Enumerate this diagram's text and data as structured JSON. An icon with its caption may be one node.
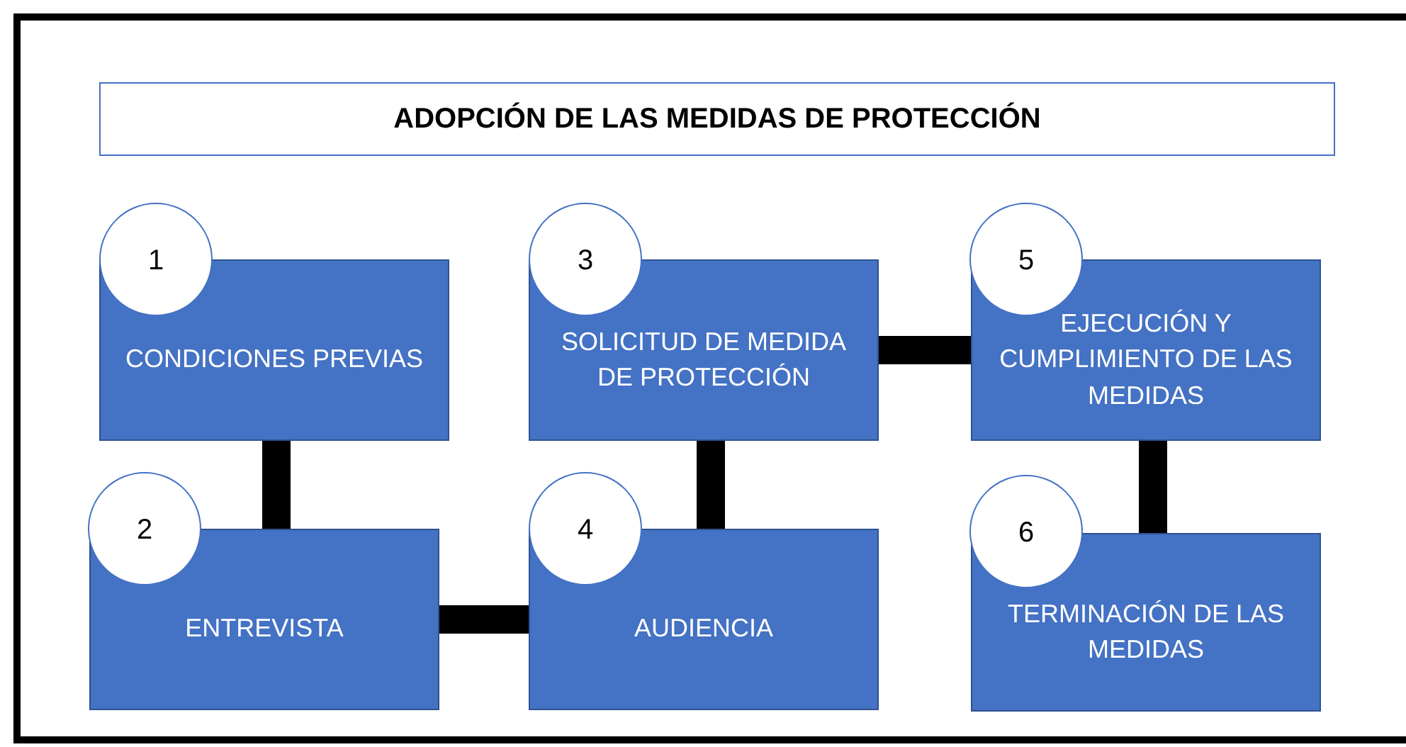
{
  "diagram": {
    "nodes": [
      {
        "text": [
          "ADOPCIÓN DE LAS MEDIDAS DE PROTECCIÓN"
        ]
      },
      {
        "text": [
          "1"
        ]
      },
      {
        "text": [
          "CONDICIONES PREVIAS"
        ]
      },
      {
        "text": [
          "3"
        ]
      },
      {
        "text": [
          "SOLICITUD DE MEDIDA DE PROTECCIÓN"
        ]
      },
      {
        "text": [
          "5"
        ]
      },
      {
        "text": [
          "EJECUCIÓN Y CUMPLIMIENTO DE LAS MEDIDAS"
        ]
      },
      {
        "text": [
          "2"
        ]
      },
      {
        "text": [
          "ENTREVISTA"
        ]
      },
      {
        "text": [
          "4"
        ]
      },
      {
        "text": [
          "AUDIENCIA"
        ]
      },
      {
        "text": [
          "6"
        ]
      },
      {
        "text": [
          "TERMINACIÓN DE LAS MEDIDAS"
        ]
      }
    ],
    "edges": [
      {
        "from": 2,
        "to": 8,
        "arrow": "none"
      },
      {
        "from": 8,
        "to": 10,
        "arrow": "none"
      },
      {
        "from": 10,
        "to": 4,
        "arrow": "none"
      },
      {
        "from": 4,
        "to": 6,
        "arrow": "none"
      },
      {
        "from": 6,
        "to": 12,
        "arrow": "none"
      }
    ]
  }
}
